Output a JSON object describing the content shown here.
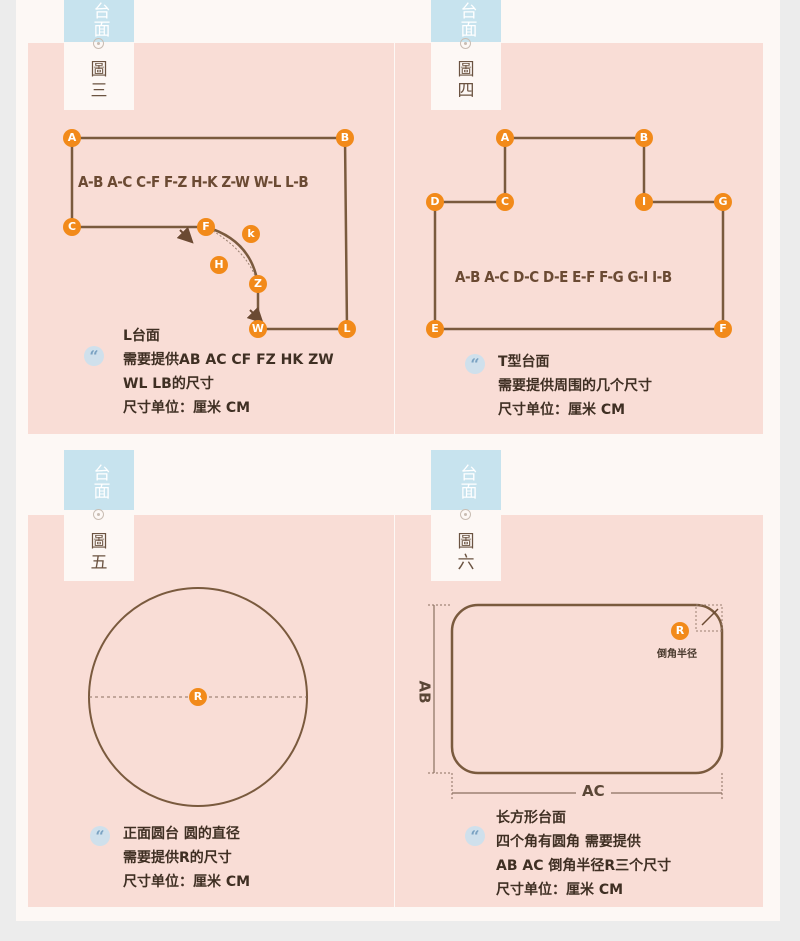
{
  "tag_word": "台面",
  "tag_glyph": "圖",
  "panels": [
    {
      "numeral": "三",
      "points": [
        "A",
        "B",
        "C",
        "F",
        "k",
        "H",
        "Z",
        "W",
        "L"
      ],
      "dimensions": "A-B A-C C-F F-Z H-K Z-W W-L L-B",
      "desc": [
        "L台面",
        "需要提供AB AC CF FZ HK ZW",
        "WL LB的尺寸",
        "尺寸单位：厘米 CM"
      ]
    },
    {
      "numeral": "四",
      "points": [
        "A",
        "B",
        "D",
        "C",
        "I",
        "G",
        "E",
        "F"
      ],
      "dimensions": "A-B A-C D-C D-E E-F F-G G-I I-B",
      "desc": [
        "T型台面",
        "需要提供周围的几个尺寸",
        "尺寸单位：厘米 CM"
      ]
    },
    {
      "numeral": "五",
      "points": [
        "R"
      ],
      "desc": [
        "正面圆台 圆的直径",
        "需要提供R的尺寸",
        "尺寸单位：厘米 CM"
      ]
    },
    {
      "numeral": "六",
      "points": [
        "R"
      ],
      "bevel_label": "倒角半径",
      "edge_labels": [
        "AB",
        "AC"
      ],
      "desc": [
        "长方形台面",
        "四个角有圆角 需要提供",
        "AB AC 倒角半径R三个尺寸",
        "尺寸单位：厘米 CM"
      ]
    }
  ],
  "colors": {
    "accent": "#f28a1a",
    "line": "#7a5a3e",
    "panel_bg": "#f9ddd6",
    "tag_bg": "#c7e3ee"
  },
  "icon": "quote-icon"
}
